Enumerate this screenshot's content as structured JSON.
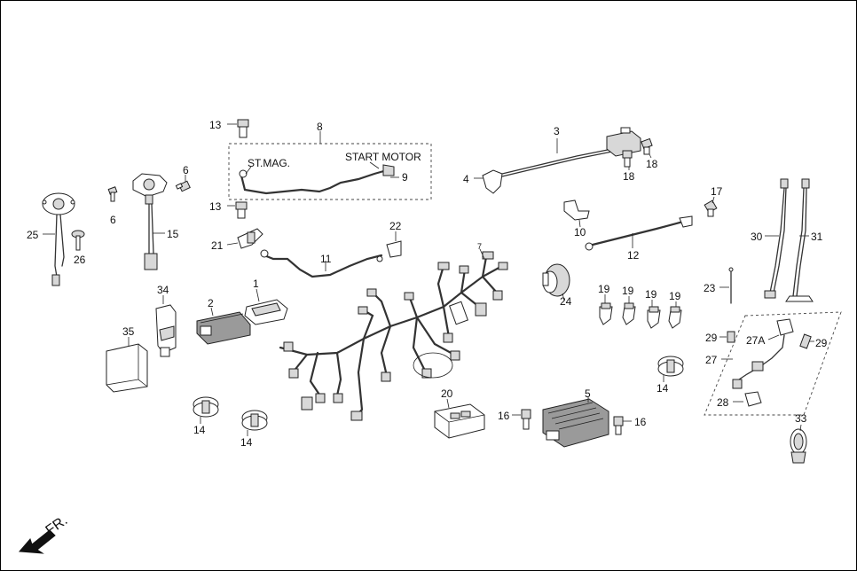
{
  "callouts": [
    {
      "id": "c1",
      "text": "1"
    },
    {
      "id": "c2",
      "text": "2"
    },
    {
      "id": "c3",
      "text": "3"
    },
    {
      "id": "c4",
      "text": "4"
    },
    {
      "id": "c5",
      "text": "5"
    },
    {
      "id": "c6a",
      "text": "6"
    },
    {
      "id": "c6b",
      "text": "6"
    },
    {
      "id": "c7",
      "text": "7"
    },
    {
      "id": "c8",
      "text": "8"
    },
    {
      "id": "c9",
      "text": "9"
    },
    {
      "id": "c10",
      "text": "10"
    },
    {
      "id": "c11",
      "text": "11"
    },
    {
      "id": "c12",
      "text": "12"
    },
    {
      "id": "c13a",
      "text": "13"
    },
    {
      "id": "c13b",
      "text": "13"
    },
    {
      "id": "c14a",
      "text": "14"
    },
    {
      "id": "c14b",
      "text": "14"
    },
    {
      "id": "c14c",
      "text": "14"
    },
    {
      "id": "c15",
      "text": "15"
    },
    {
      "id": "c16a",
      "text": "16"
    },
    {
      "id": "c16b",
      "text": "16"
    },
    {
      "id": "c17",
      "text": "17"
    },
    {
      "id": "c18a",
      "text": "18"
    },
    {
      "id": "c18b",
      "text": "18"
    },
    {
      "id": "c19a",
      "text": "19"
    },
    {
      "id": "c19b",
      "text": "19"
    },
    {
      "id": "c19c",
      "text": "19"
    },
    {
      "id": "c19d",
      "text": "19"
    },
    {
      "id": "c20",
      "text": "20"
    },
    {
      "id": "c21",
      "text": "21"
    },
    {
      "id": "c22",
      "text": "22"
    },
    {
      "id": "c23",
      "text": "23"
    },
    {
      "id": "c24",
      "text": "24"
    },
    {
      "id": "c25",
      "text": "25"
    },
    {
      "id": "c26",
      "text": "26"
    },
    {
      "id": "c27",
      "text": "27"
    },
    {
      "id": "c27a",
      "text": "27A"
    },
    {
      "id": "c28",
      "text": "28"
    },
    {
      "id": "c29a",
      "text": "29"
    },
    {
      "id": "c29b",
      "text": "29"
    },
    {
      "id": "c30",
      "text": "30"
    },
    {
      "id": "c31",
      "text": "31"
    },
    {
      "id": "c33",
      "text": "33"
    },
    {
      "id": "c34",
      "text": "34"
    },
    {
      "id": "c35",
      "text": "35"
    }
  ],
  "captions": {
    "st_mag": "ST.MAG.",
    "start_motor": "START MOTOR",
    "front": "FR."
  },
  "colors": {
    "line": "#222222",
    "background": "#ffffff"
  }
}
